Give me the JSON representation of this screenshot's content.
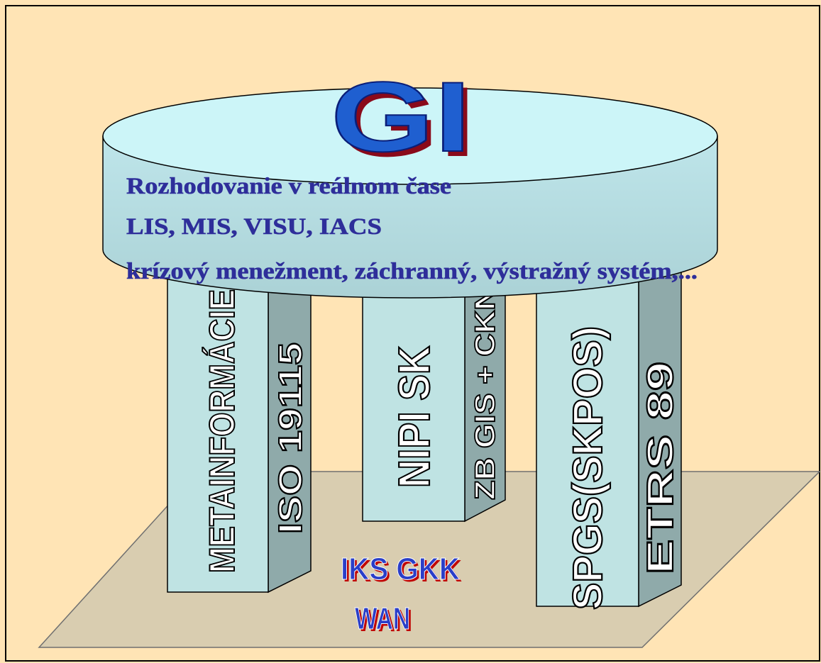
{
  "title": "GI",
  "table_lines": [
    "Rozhodovanie v reálnom čase",
    "LIS, MIS, VISU, IACS",
    "krízový menežment, záchranný, výstražný systém,..."
  ],
  "pillars": [
    {
      "front_label": "METAINFORMÁCIE",
      "side_label": "ISO 19115"
    },
    {
      "front_label": "NIPI SK",
      "side_label": "ZB GIS + CKN"
    },
    {
      "front_label": "SPGS(SKPOS)",
      "side_label": "ETRS 89"
    }
  ],
  "base_labels": [
    "IKS GKK",
    "WAN"
  ],
  "colors": {
    "background": "#FFE4B5",
    "base": "#D9CDB0",
    "table_top": "#CCF5F8",
    "table_side": "#B7DEE2",
    "pillar_front": "#BFE3E3",
    "pillar_side": "#8FAAAA",
    "table_text": "#2E2E9A",
    "title_blue": "#1F5FD0",
    "network_text": "#2A3EC8",
    "network_shadow": "#C00000"
  }
}
